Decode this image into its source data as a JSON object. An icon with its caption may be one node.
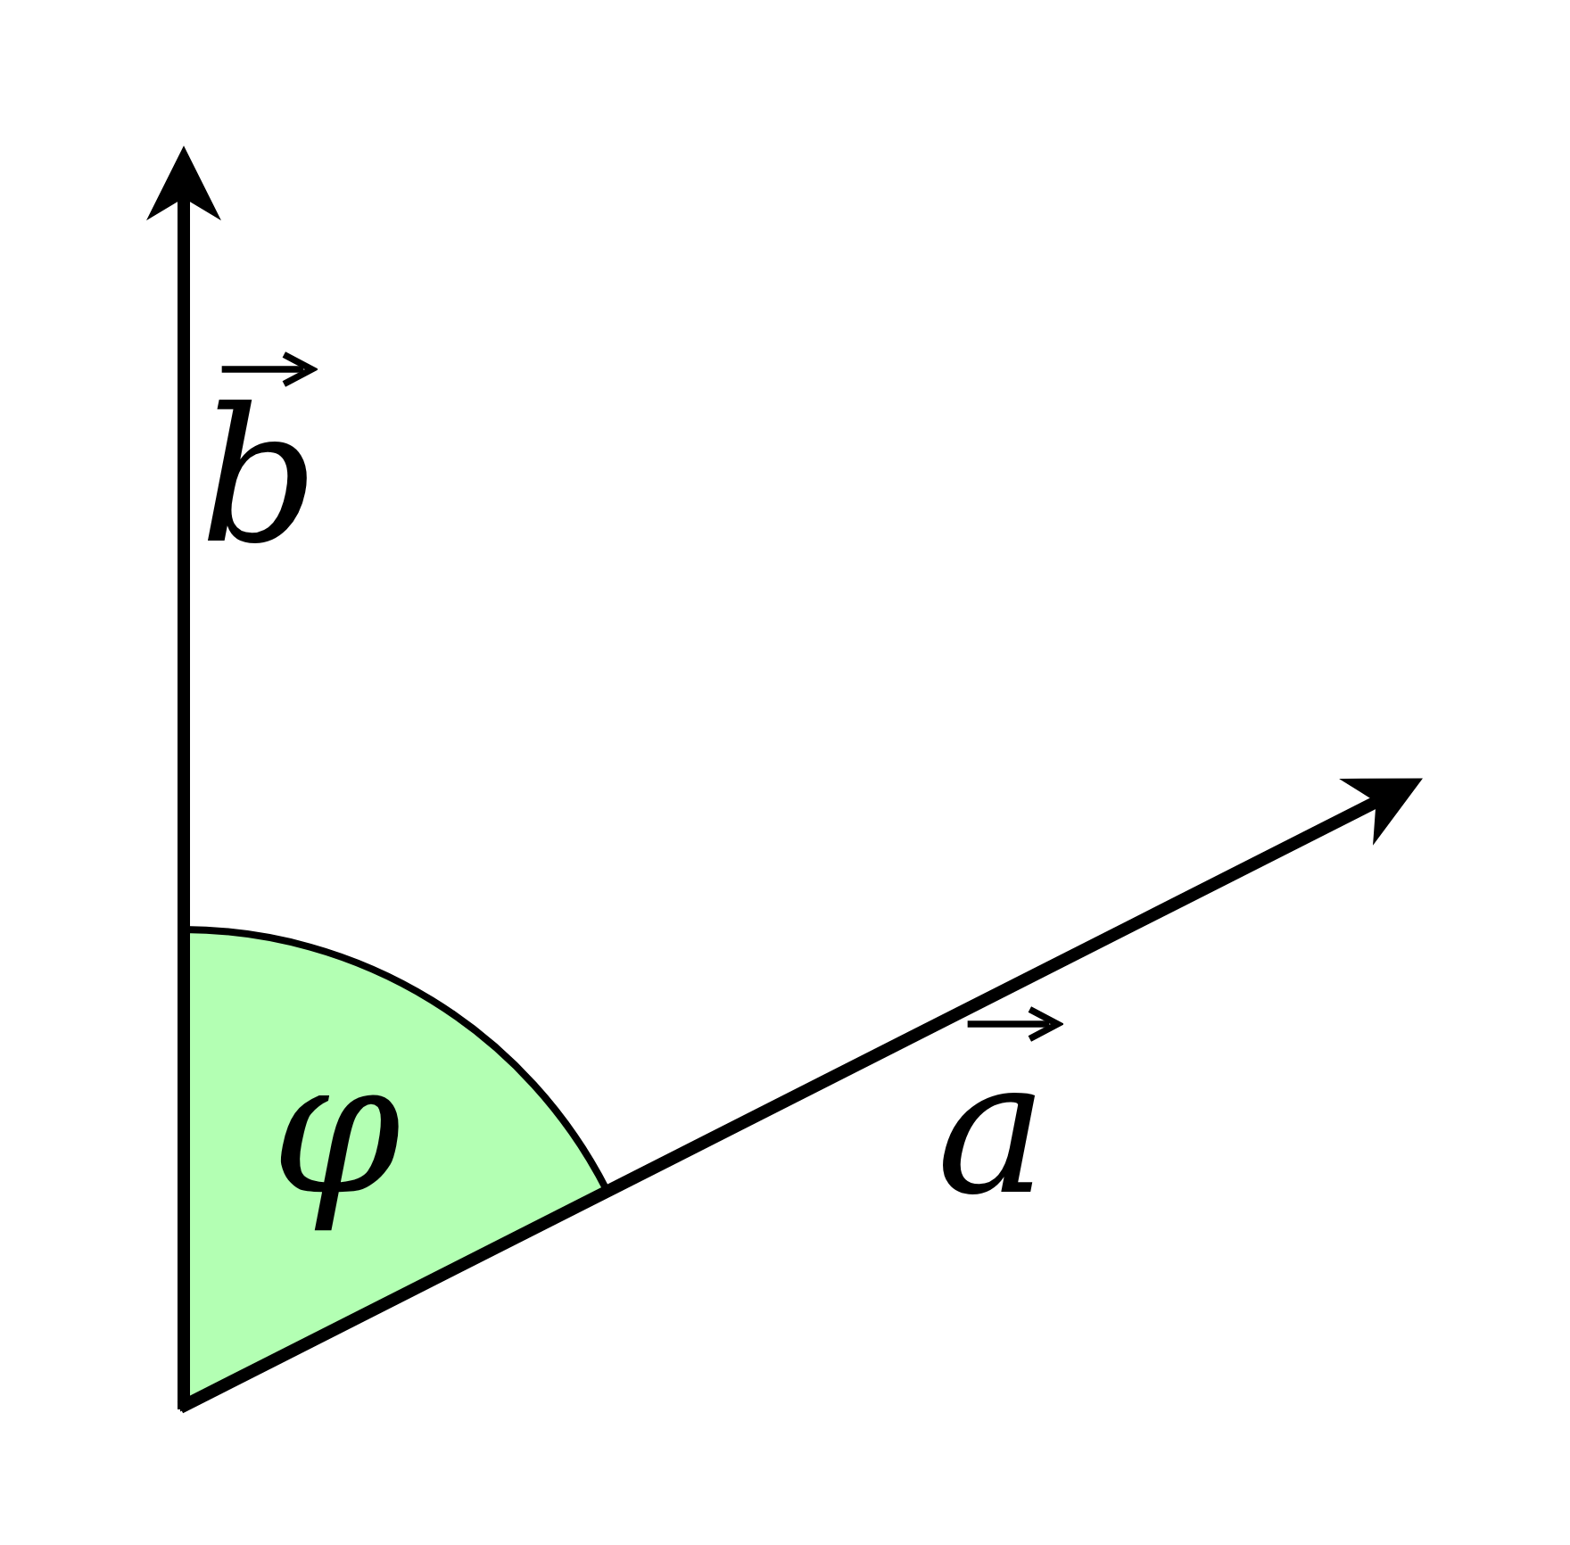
{
  "diagram": {
    "labels": [
      "b",
      "φ",
      "a"
    ]
  }
}
